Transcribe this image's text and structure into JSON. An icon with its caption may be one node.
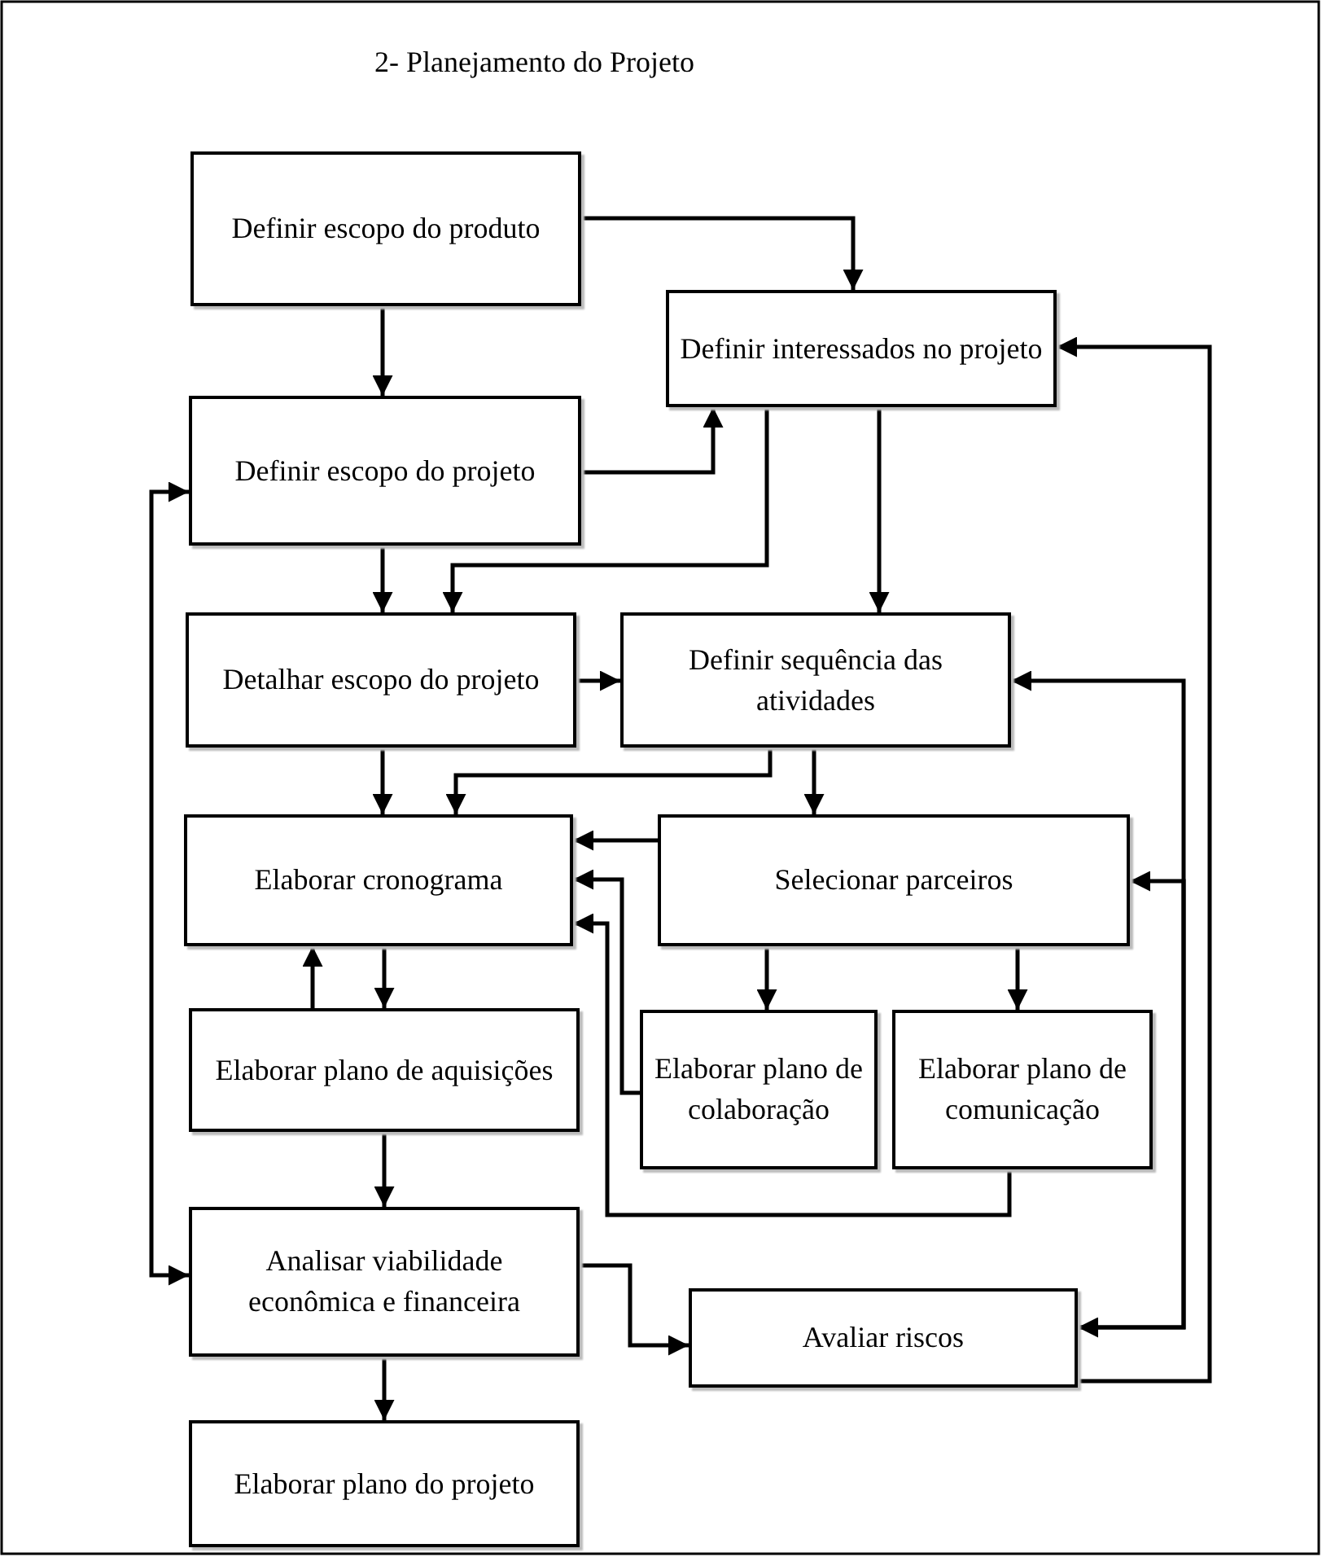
{
  "diagram": {
    "title": "2- Planejamento do Projeto",
    "nodes": [
      {
        "text": [
          "Definir escopo do produto"
        ]
      },
      {
        "text": [
          "Definir interessados no projeto"
        ]
      },
      {
        "text": [
          "Definir escopo do projeto"
        ]
      },
      {
        "text": [
          "Detalhar escopo do projeto"
        ]
      },
      {
        "text": [
          "Definir sequência das atividades"
        ]
      },
      {
        "text": [
          "Elaborar cronograma"
        ]
      },
      {
        "text": [
          "Selecionar parceiros"
        ]
      },
      {
        "text": [
          "Elaborar plano de aquisições"
        ]
      },
      {
        "text": [
          "Elaborar plano de colaboração"
        ]
      },
      {
        "text": [
          "Elaborar plano de comunicação"
        ]
      },
      {
        "text": [
          "Analisar viabilidade econômica e financeira"
        ]
      },
      {
        "text": [
          "Avaliar riscos"
        ]
      },
      {
        "text": [
          "Elaborar plano do projeto"
        ]
      }
    ],
    "edges": [
      {
        "from": 0,
        "to": 2,
        "arrow": "to"
      },
      {
        "from": 0,
        "to": 1,
        "arrow": "to"
      },
      {
        "from": 2,
        "to": 1,
        "arrow": "to"
      },
      {
        "from": 1,
        "to": 3,
        "arrow": "to"
      },
      {
        "from": 1,
        "to": 4,
        "arrow": "to"
      },
      {
        "from": 2,
        "to": 3,
        "arrow": "to"
      },
      {
        "from": 3,
        "to": 4,
        "arrow": "to"
      },
      {
        "from": 3,
        "to": 5,
        "arrow": "to"
      },
      {
        "from": 4,
        "to": 5,
        "arrow": "to"
      },
      {
        "from": 4,
        "to": 6,
        "arrow": "to"
      },
      {
        "from": 6,
        "to": 5,
        "arrow": "to"
      },
      {
        "from": 6,
        "to": 8,
        "arrow": "to"
      },
      {
        "from": 6,
        "to": 9,
        "arrow": "to"
      },
      {
        "from": 8,
        "to": 5,
        "arrow": "to"
      },
      {
        "from": 9,
        "to": 5,
        "arrow": "to"
      },
      {
        "from": 5,
        "to": 7,
        "arrow": "to"
      },
      {
        "from": 7,
        "to": 5,
        "arrow": "to"
      },
      {
        "from": 7,
        "to": 10,
        "arrow": "to"
      },
      {
        "from": 10,
        "to": 11,
        "arrow": "to"
      },
      {
        "from": 10,
        "to": 12,
        "arrow": "to"
      },
      {
        "from": 2,
        "to": 10,
        "arrow": "both"
      },
      {
        "from": 11,
        "to": 4,
        "arrow": "both"
      },
      {
        "from": 11,
        "to": 6,
        "arrow": "to"
      },
      {
        "from": 11,
        "to": 1,
        "arrow": "to"
      }
    ]
  }
}
